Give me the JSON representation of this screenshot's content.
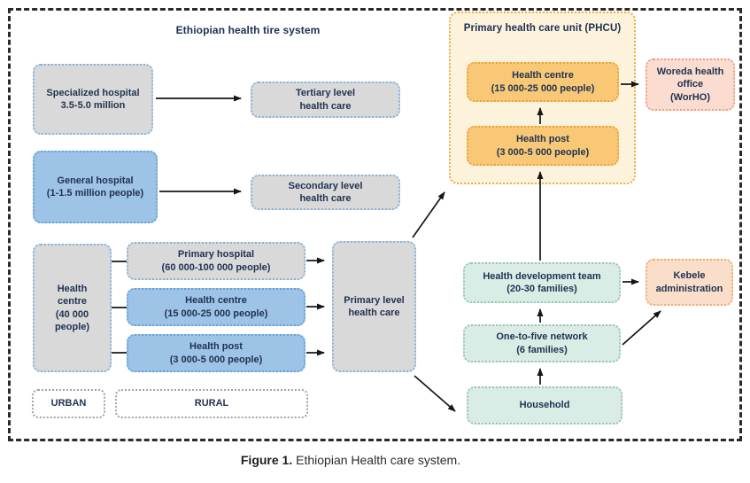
{
  "titles": {
    "left": "Ethiopian health tire system",
    "phcu": "Primary health care unit (PHCU)"
  },
  "caption": {
    "label": "Figure 1.",
    "text": " Ethiopian Health care system."
  },
  "labels": {
    "urban": "URBAN",
    "rural": "RURAL"
  },
  "nodes": {
    "specialized": {
      "line1": "Specialized hospital",
      "line2": "3.5-5.0 million"
    },
    "tertiary": {
      "line1": "Tertiary level",
      "line2": "health care"
    },
    "general": {
      "line1": "General hospital",
      "line2": "(1-1.5 million people)"
    },
    "secondary": {
      "line1": "Secondary level",
      "line2": "health care"
    },
    "health_centre_urban": {
      "line1": "Health",
      "line2": "centre",
      "line3": "(40 000 people)"
    },
    "primary_hospital": {
      "line1": "Primary hospital",
      "line2": "(60 000-100 000 people)"
    },
    "health_centre_rural": {
      "line1": "Health centre",
      "line2": "(15 000-25 000 people)"
    },
    "health_post_rural": {
      "line1": "Health post",
      "line2": "(3 000-5 000 people)"
    },
    "primary_level": {
      "line1": "Primary level",
      "line2": "health care"
    },
    "phcu_health_centre": {
      "line1": "Health centre",
      "line2": "(15 000-25 000 people)"
    },
    "phcu_health_post": {
      "line1": "Health post",
      "line2": "(3 000-5 000 people)"
    },
    "woreda": {
      "line1": "Woreda health",
      "line2": "office",
      "line3": "(WorHO)"
    },
    "health_dev_team": {
      "line1": "Health development team",
      "line2": "(20-30 families)"
    },
    "one_to_five": {
      "line1": "One-to-five network",
      "line2": "(6 families)"
    },
    "household": {
      "line1": "Household"
    },
    "kebele": {
      "line1": "Kebele",
      "line2": "administration"
    }
  },
  "palette": {
    "gray_box": "#d9d9d9",
    "blue_box": "#9dc3e6",
    "cream_container": "#fdf3dd",
    "orange_box": "#f9c877",
    "pink_box": "#fbdcd0",
    "peach_box": "#fadec9",
    "mint_box": "#d9ece5",
    "text_navy": "#1f3250",
    "arrow_black": "#161616"
  }
}
